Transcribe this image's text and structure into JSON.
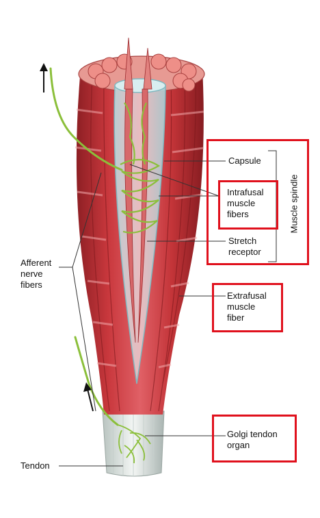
{
  "labels": {
    "capsule": "Capsule",
    "intrafusal": [
      "Intrafusal",
      "muscle",
      "fibers"
    ],
    "stretch": [
      "Stretch",
      "receptor"
    ],
    "extrafusal": [
      "Extrafusal",
      "muscle",
      "fiber"
    ],
    "golgi": [
      "Golgi tendon",
      "organ"
    ],
    "afferent": [
      "Afferent",
      "nerve",
      "fibers"
    ],
    "tendon": "Tendon",
    "muscle_spindle": "Muscle spindle"
  },
  "colors": {
    "highlight": "#e0101c",
    "muscle": "#c8383c",
    "nerve": "#8bbf3a",
    "tendon": "#e6ece8",
    "capsule": "#d8eef0"
  },
  "icons": [
    "arrow-up-icon"
  ]
}
